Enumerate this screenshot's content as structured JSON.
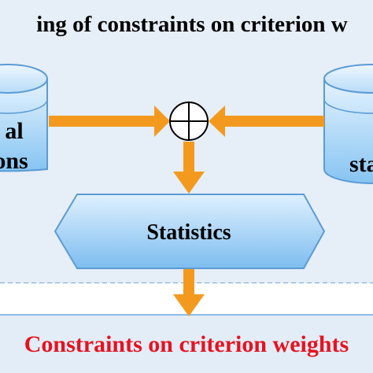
{
  "diagram": {
    "title": "ing of constraints on criterion w",
    "left_cylinder": {
      "line1": "al",
      "line2": "ons"
    },
    "right_cylinder": {
      "label": "sta"
    },
    "statistics_label": "Statistics",
    "output_label": "Constraints on criterion weights",
    "colors": {
      "panel_fill": "#e6eef7",
      "panel_border": "#6fa8dc",
      "arrow": "#f39a1e",
      "shape_fill_top": "#d6eafc",
      "shape_fill_bottom": "#6cb6ef",
      "shape_stroke": "#5b9bd5",
      "output_text": "#e8121f",
      "output_fill": "#e2edf8"
    }
  }
}
